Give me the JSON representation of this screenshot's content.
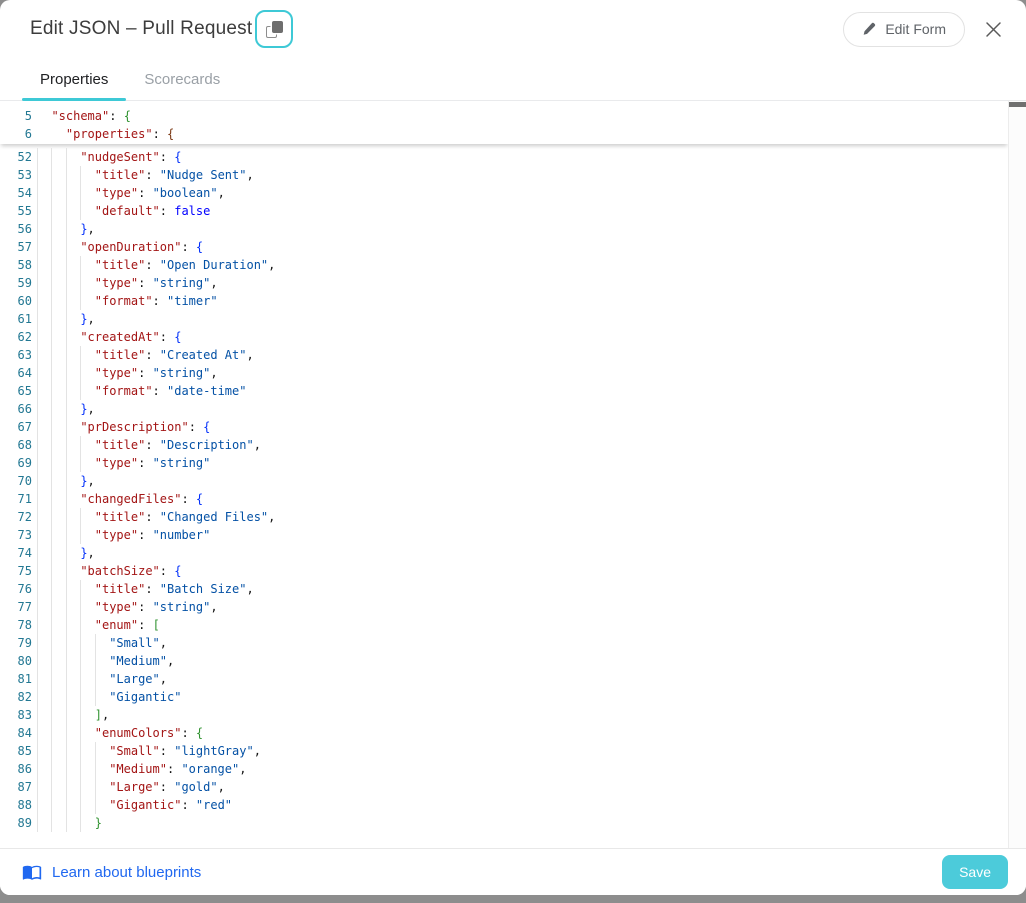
{
  "modal": {
    "title": "Edit JSON – Pull Request",
    "header": {
      "copy_icon": "copy-icon",
      "edit_form_label": "Edit Form",
      "pencil_icon": "pencil-icon",
      "close_icon": "close-icon"
    },
    "tabs": [
      {
        "id": "properties",
        "label": "Properties",
        "active": true
      },
      {
        "id": "scorecards",
        "label": "Scorecards",
        "active": false
      }
    ],
    "footer": {
      "book_icon": "book-icon",
      "link_label": "Learn about blueprints",
      "save_label": "Save"
    }
  },
  "editor": {
    "sticky_lines": [
      {
        "n": 5,
        "ind": 2,
        "toks": [
          [
            "k",
            "\"schema\""
          ],
          [
            "p",
            ": "
          ],
          [
            "b2",
            "{"
          ]
        ]
      },
      {
        "n": 6,
        "ind": 4,
        "toks": [
          [
            "k",
            "\"properties\""
          ],
          [
            "p",
            ": "
          ],
          [
            "b3",
            "{"
          ]
        ]
      }
    ],
    "lines": [
      {
        "n": 52,
        "ind": 6,
        "toks": [
          [
            "k",
            "\"nudgeSent\""
          ],
          [
            "p",
            ": "
          ],
          [
            "b1",
            "{"
          ]
        ]
      },
      {
        "n": 53,
        "ind": 8,
        "toks": [
          [
            "k",
            "\"title\""
          ],
          [
            "p",
            ": "
          ],
          [
            "s",
            "\"Nudge Sent\""
          ],
          [
            "p",
            ","
          ]
        ]
      },
      {
        "n": 54,
        "ind": 8,
        "toks": [
          [
            "k",
            "\"type\""
          ],
          [
            "p",
            ": "
          ],
          [
            "s",
            "\"boolean\""
          ],
          [
            "p",
            ","
          ]
        ]
      },
      {
        "n": 55,
        "ind": 8,
        "toks": [
          [
            "k",
            "\"default\""
          ],
          [
            "p",
            ": "
          ],
          [
            "w",
            "false"
          ]
        ]
      },
      {
        "n": 56,
        "ind": 6,
        "toks": [
          [
            "b1",
            "}"
          ],
          [
            "p",
            ","
          ]
        ]
      },
      {
        "n": 57,
        "ind": 6,
        "toks": [
          [
            "k",
            "\"openDuration\""
          ],
          [
            "p",
            ": "
          ],
          [
            "b1",
            "{"
          ]
        ]
      },
      {
        "n": 58,
        "ind": 8,
        "toks": [
          [
            "k",
            "\"title\""
          ],
          [
            "p",
            ": "
          ],
          [
            "s",
            "\"Open Duration\""
          ],
          [
            "p",
            ","
          ]
        ]
      },
      {
        "n": 59,
        "ind": 8,
        "toks": [
          [
            "k",
            "\"type\""
          ],
          [
            "p",
            ": "
          ],
          [
            "s",
            "\"string\""
          ],
          [
            "p",
            ","
          ]
        ]
      },
      {
        "n": 60,
        "ind": 8,
        "toks": [
          [
            "k",
            "\"format\""
          ],
          [
            "p",
            ": "
          ],
          [
            "s",
            "\"timer\""
          ]
        ]
      },
      {
        "n": 61,
        "ind": 6,
        "toks": [
          [
            "b1",
            "}"
          ],
          [
            "p",
            ","
          ]
        ]
      },
      {
        "n": 62,
        "ind": 6,
        "toks": [
          [
            "k",
            "\"createdAt\""
          ],
          [
            "p",
            ": "
          ],
          [
            "b1",
            "{"
          ]
        ]
      },
      {
        "n": 63,
        "ind": 8,
        "toks": [
          [
            "k",
            "\"title\""
          ],
          [
            "p",
            ": "
          ],
          [
            "s",
            "\"Created At\""
          ],
          [
            "p",
            ","
          ]
        ]
      },
      {
        "n": 64,
        "ind": 8,
        "toks": [
          [
            "k",
            "\"type\""
          ],
          [
            "p",
            ": "
          ],
          [
            "s",
            "\"string\""
          ],
          [
            "p",
            ","
          ]
        ]
      },
      {
        "n": 65,
        "ind": 8,
        "toks": [
          [
            "k",
            "\"format\""
          ],
          [
            "p",
            ": "
          ],
          [
            "s",
            "\"date-time\""
          ]
        ]
      },
      {
        "n": 66,
        "ind": 6,
        "toks": [
          [
            "b1",
            "}"
          ],
          [
            "p",
            ","
          ]
        ]
      },
      {
        "n": 67,
        "ind": 6,
        "toks": [
          [
            "k",
            "\"prDescription\""
          ],
          [
            "p",
            ": "
          ],
          [
            "b1",
            "{"
          ]
        ]
      },
      {
        "n": 68,
        "ind": 8,
        "toks": [
          [
            "k",
            "\"title\""
          ],
          [
            "p",
            ": "
          ],
          [
            "s",
            "\"Description\""
          ],
          [
            "p",
            ","
          ]
        ]
      },
      {
        "n": 69,
        "ind": 8,
        "toks": [
          [
            "k",
            "\"type\""
          ],
          [
            "p",
            ": "
          ],
          [
            "s",
            "\"string\""
          ]
        ]
      },
      {
        "n": 70,
        "ind": 6,
        "toks": [
          [
            "b1",
            "}"
          ],
          [
            "p",
            ","
          ]
        ]
      },
      {
        "n": 71,
        "ind": 6,
        "toks": [
          [
            "k",
            "\"changedFiles\""
          ],
          [
            "p",
            ": "
          ],
          [
            "b1",
            "{"
          ]
        ]
      },
      {
        "n": 72,
        "ind": 8,
        "toks": [
          [
            "k",
            "\"title\""
          ],
          [
            "p",
            ": "
          ],
          [
            "s",
            "\"Changed Files\""
          ],
          [
            "p",
            ","
          ]
        ]
      },
      {
        "n": 73,
        "ind": 8,
        "toks": [
          [
            "k",
            "\"type\""
          ],
          [
            "p",
            ": "
          ],
          [
            "s",
            "\"number\""
          ]
        ]
      },
      {
        "n": 74,
        "ind": 6,
        "toks": [
          [
            "b1",
            "}"
          ],
          [
            "p",
            ","
          ]
        ]
      },
      {
        "n": 75,
        "ind": 6,
        "toks": [
          [
            "k",
            "\"batchSize\""
          ],
          [
            "p",
            ": "
          ],
          [
            "b1",
            "{"
          ]
        ]
      },
      {
        "n": 76,
        "ind": 8,
        "toks": [
          [
            "k",
            "\"title\""
          ],
          [
            "p",
            ": "
          ],
          [
            "s",
            "\"Batch Size\""
          ],
          [
            "p",
            ","
          ]
        ]
      },
      {
        "n": 77,
        "ind": 8,
        "toks": [
          [
            "k",
            "\"type\""
          ],
          [
            "p",
            ": "
          ],
          [
            "s",
            "\"string\""
          ],
          [
            "p",
            ","
          ]
        ]
      },
      {
        "n": 78,
        "ind": 8,
        "toks": [
          [
            "k",
            "\"enum\""
          ],
          [
            "p",
            ": "
          ],
          [
            "b2",
            "["
          ]
        ]
      },
      {
        "n": 79,
        "ind": 10,
        "toks": [
          [
            "s",
            "\"Small\""
          ],
          [
            "p",
            ","
          ]
        ]
      },
      {
        "n": 80,
        "ind": 10,
        "toks": [
          [
            "s",
            "\"Medium\""
          ],
          [
            "p",
            ","
          ]
        ]
      },
      {
        "n": 81,
        "ind": 10,
        "toks": [
          [
            "s",
            "\"Large\""
          ],
          [
            "p",
            ","
          ]
        ]
      },
      {
        "n": 82,
        "ind": 10,
        "toks": [
          [
            "s",
            "\"Gigantic\""
          ]
        ]
      },
      {
        "n": 83,
        "ind": 8,
        "toks": [
          [
            "b2",
            "]"
          ],
          [
            "p",
            ","
          ]
        ]
      },
      {
        "n": 84,
        "ind": 8,
        "toks": [
          [
            "k",
            "\"enumColors\""
          ],
          [
            "p",
            ": "
          ],
          [
            "b2",
            "{"
          ]
        ]
      },
      {
        "n": 85,
        "ind": 10,
        "toks": [
          [
            "k",
            "\"Small\""
          ],
          [
            "p",
            ": "
          ],
          [
            "s",
            "\"lightGray\""
          ],
          [
            "p",
            ","
          ]
        ]
      },
      {
        "n": 86,
        "ind": 10,
        "toks": [
          [
            "k",
            "\"Medium\""
          ],
          [
            "p",
            ": "
          ],
          [
            "s",
            "\"orange\""
          ],
          [
            "p",
            ","
          ]
        ]
      },
      {
        "n": 87,
        "ind": 10,
        "toks": [
          [
            "k",
            "\"Large\""
          ],
          [
            "p",
            ": "
          ],
          [
            "s",
            "\"gold\""
          ],
          [
            "p",
            ","
          ]
        ]
      },
      {
        "n": 88,
        "ind": 10,
        "toks": [
          [
            "k",
            "\"Gigantic\""
          ],
          [
            "p",
            ": "
          ],
          [
            "s",
            "\"red\""
          ]
        ]
      },
      {
        "n": 89,
        "ind": 8,
        "toks": [
          [
            "b2",
            "}"
          ]
        ]
      }
    ]
  },
  "colors": {
    "accent_teal": "#3ec9d6",
    "save_button_bg": "#4ccbda",
    "link_blue": "#2068f0",
    "json_key": "#a31515",
    "json_string": "#0451a5",
    "json_keyword": "#0000ff",
    "bracket_blue": "#0431fa",
    "bracket_green": "#319331",
    "bracket_brown": "#7b3814",
    "line_number": "#237893",
    "backdrop_gray": "#8d8d8d"
  }
}
